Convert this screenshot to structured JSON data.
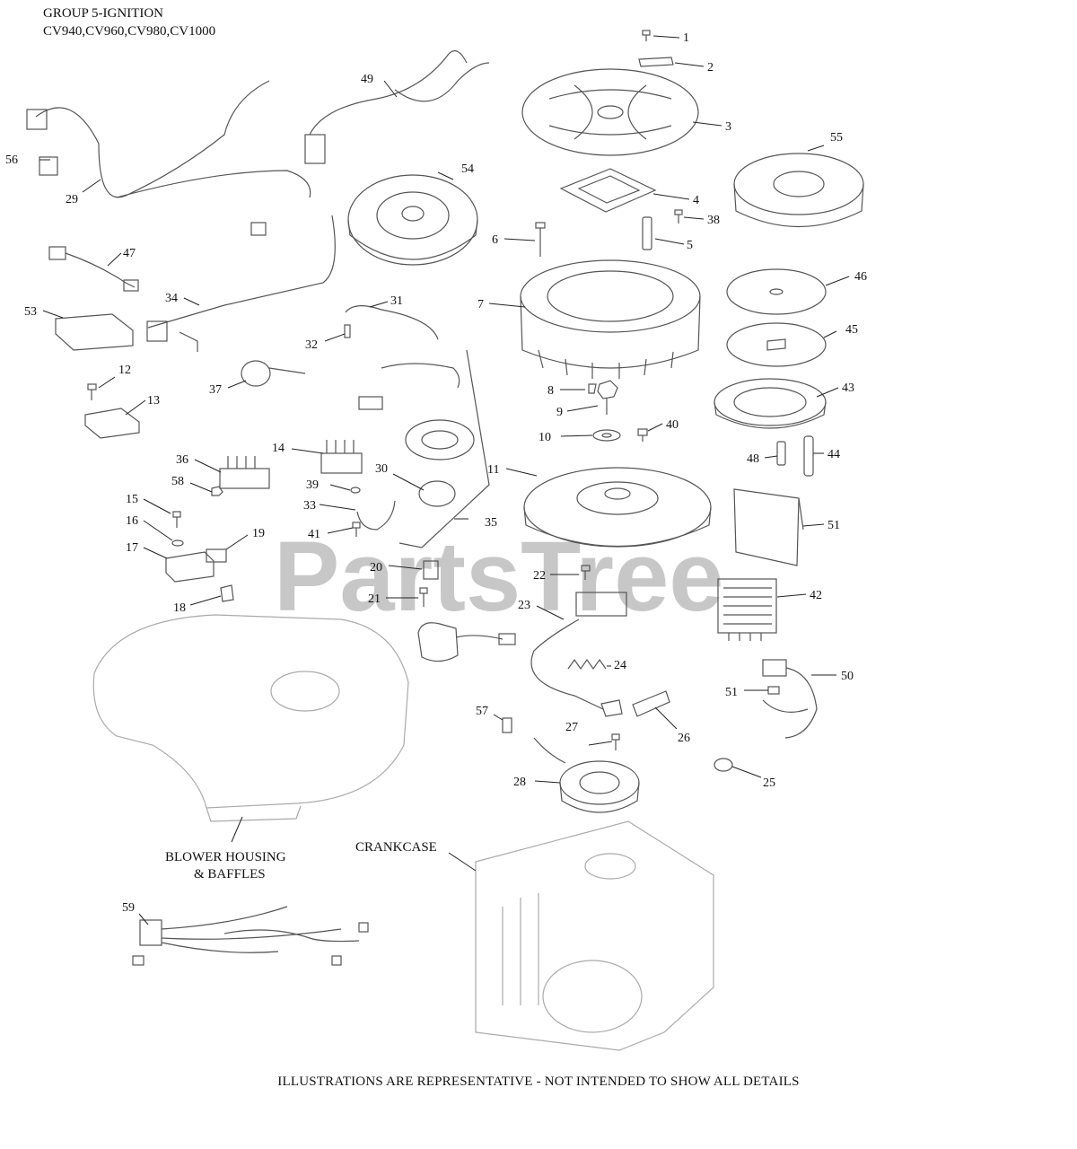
{
  "header": {
    "title": "GROUP 5-IGNITION",
    "models": "CV940,CV960,CV980,CV1000"
  },
  "footer": "ILLUSTRATIONS ARE REPRESENTATIVE - NOT INTENDED TO SHOW ALL DETAILS",
  "watermark": "PartsTree",
  "assembly_labels": {
    "blower_line1": "BLOWER HOUSING",
    "blower_line2": "& BAFFLES",
    "crankcase": "CRANKCASE"
  },
  "callouts": [
    "1",
    "2",
    "3",
    "4",
    "5",
    "6",
    "7",
    "8",
    "9",
    "10",
    "11",
    "12",
    "13",
    "14",
    "15",
    "16",
    "17",
    "18",
    "19",
    "20",
    "21",
    "22",
    "23",
    "24",
    "25",
    "26",
    "27",
    "28",
    "29",
    "30",
    "31",
    "32",
    "33",
    "34",
    "35",
    "36",
    "37",
    "38",
    "39",
    "40",
    "41",
    "42",
    "43",
    "44",
    "45",
    "46",
    "47",
    "48",
    "49",
    "50",
    "51",
    "51",
    "53",
    "54",
    "55",
    "56",
    "57",
    "58",
    "59"
  ],
  "colors": {
    "line": "#555555",
    "light_line": "#aaaaaa",
    "watermark": "#9a9a9a"
  }
}
